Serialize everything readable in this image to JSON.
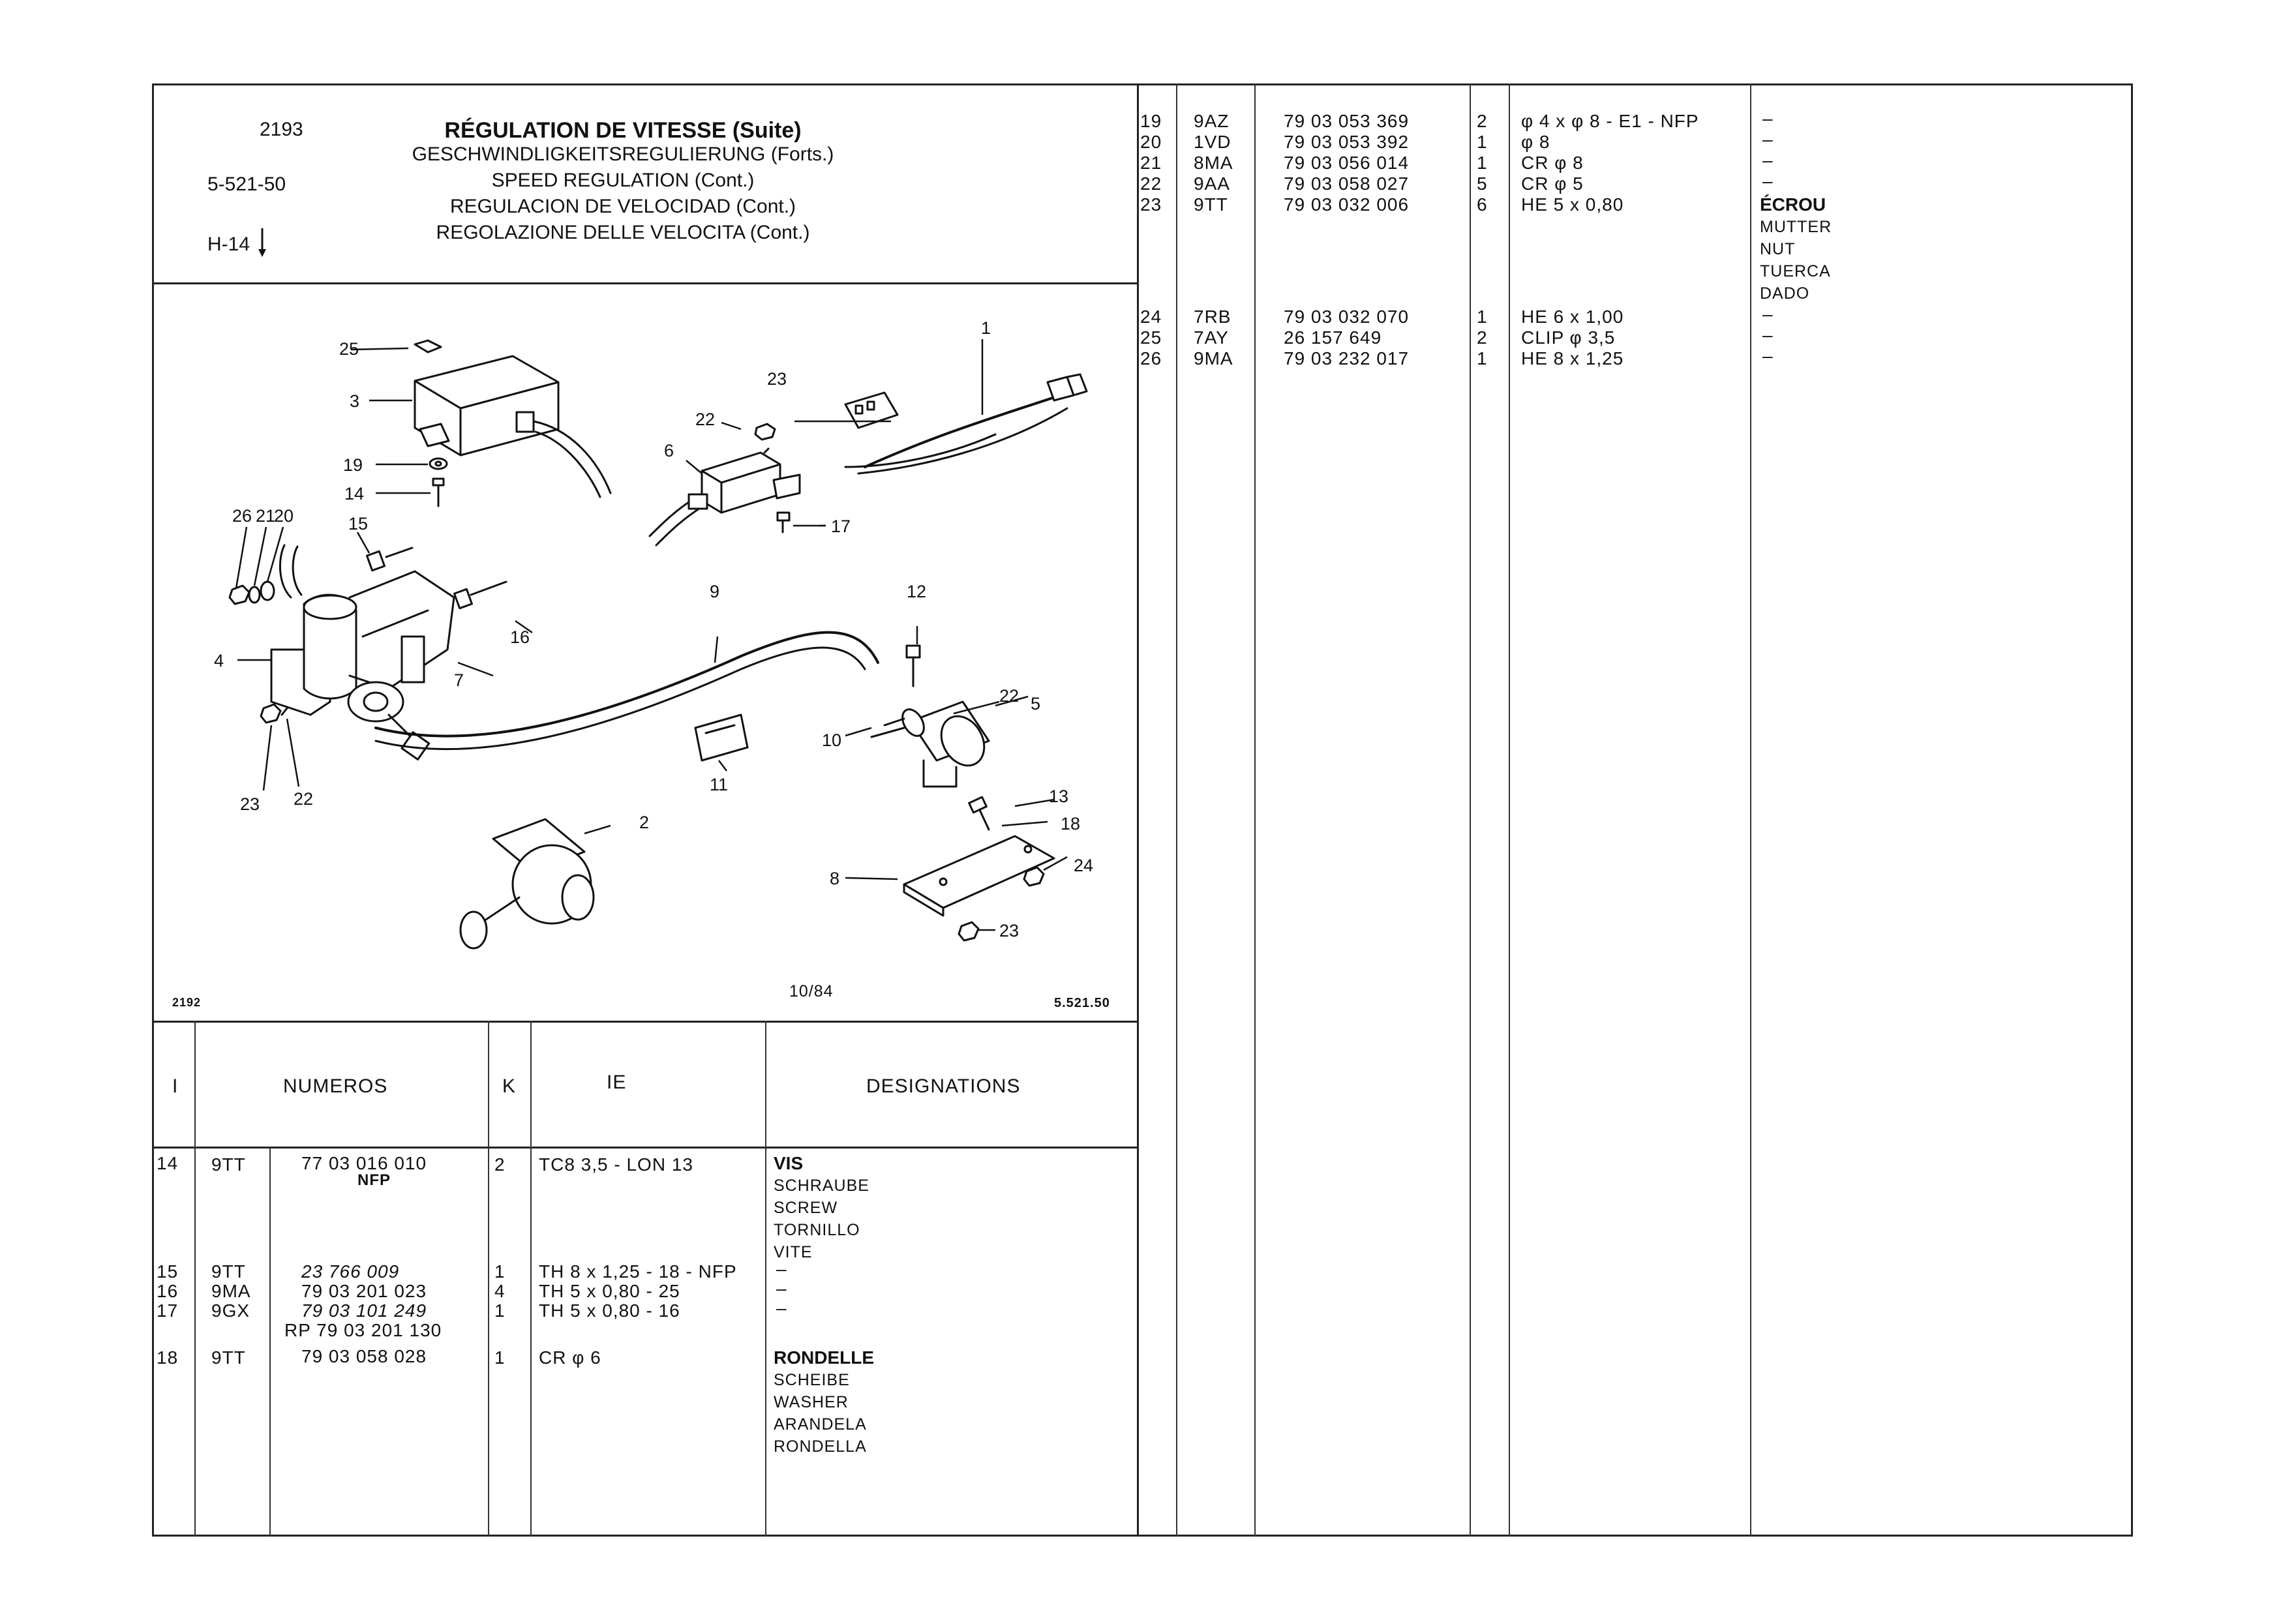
{
  "header": {
    "plate_number": "2193",
    "ref_code": "5-521-50",
    "section": "H-14",
    "titles": [
      "RÉGULATION DE VITESSE (Suite)",
      "GESCHWINDLIGKEITSREGULIERUNG (Forts.)",
      "SPEED REGULATION (Cont.)",
      "REGULACION DE VELOCIDAD (Cont.)",
      "REGOLAZIONE DELLE VELOCITA (Cont.)"
    ]
  },
  "diagram": {
    "footer_left": "2192",
    "footer_center": "10/84",
    "footer_right": "5.521.50",
    "callouts": [
      "1",
      "2",
      "3",
      "4",
      "5",
      "6",
      "7",
      "8",
      "9",
      "10",
      "11",
      "12",
      "13",
      "14",
      "15",
      "16",
      "17",
      "18",
      "19",
      "20",
      "21",
      "22",
      "23",
      "24",
      "25",
      "26"
    ]
  },
  "table_headers": {
    "col_i": "I",
    "col_numeros": "NUMEROS",
    "col_k": "K",
    "col_ie": "IE",
    "col_designations": "DESIGNATIONS"
  },
  "left_rows": [
    {
      "i": "14",
      "code": "9TT",
      "num": "77 03 016 010",
      "num2": "NFP",
      "k": "2",
      "ie": "TC8 3,5 - LON 13",
      "des": "VIS",
      "des_lines": [
        "SCHRAUBE",
        "SCREW",
        "TORNILLO",
        "VITE"
      ]
    },
    {
      "i": "15",
      "code": "9TT",
      "num": "23 766 009",
      "k": "1",
      "ie": "TH 8 x 1,25 - 18 - NFP",
      "des": "–"
    },
    {
      "i": "16",
      "code": "9MA",
      "num": "79 03 201 023",
      "k": "4",
      "ie": "TH 5 x 0,80 - 25",
      "des": "–"
    },
    {
      "i": "17",
      "code": "9GX",
      "num": "79 03 101 249",
      "num2": "RP 79 03 201 130",
      "k": "1",
      "ie": "TH 5 x 0,80 - 16",
      "des": "–"
    },
    {
      "i": "18",
      "code": "9TT",
      "num": "79 03 058 028",
      "k": "1",
      "ie": "CR φ 6",
      "des": "RONDELLE",
      "des_lines": [
        "SCHEIBE",
        "WASHER",
        "ARANDELA",
        "RONDELLA"
      ]
    }
  ],
  "right_rows": [
    {
      "i": "19",
      "code": "9AZ",
      "num": "79 03 053 369",
      "k": "2",
      "ie": "φ 4 x φ 8 - E1 - NFP",
      "des": "–"
    },
    {
      "i": "20",
      "code": "1VD",
      "num": "79 03 053 392",
      "k": "1",
      "ie": "φ 8",
      "des": "–"
    },
    {
      "i": "21",
      "code": "8MA",
      "num": "79 03 056 014",
      "k": "1",
      "ie": "CR φ 8",
      "des": "–"
    },
    {
      "i": "22",
      "code": "9AA",
      "num": "79 03 058 027",
      "k": "5",
      "ie": "CR φ 5",
      "des": "–"
    },
    {
      "i": "23",
      "code": "9TT",
      "num": "79 03 032 006",
      "k": "6",
      "ie": "HE 5 x 0,80",
      "des": "ÉCROU",
      "des_lines": [
        "MUTTER",
        "NUT",
        "TUERCA",
        "DADO"
      ]
    },
    {
      "i": "24",
      "code": "7RB",
      "num": "79 03 032 070",
      "k": "1",
      "ie": "HE 6 x 1,00",
      "des": "–"
    },
    {
      "i": "25",
      "code": "7AY",
      "num": "26 157 649",
      "k": "2",
      "ie": "CLIP φ 3,5",
      "des": "–"
    },
    {
      "i": "26",
      "code": "9MA",
      "num": "79 03 232 017",
      "k": "1",
      "ie": "HE 8 x 1,25",
      "des": "–"
    }
  ]
}
